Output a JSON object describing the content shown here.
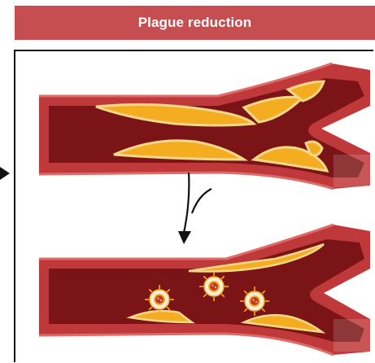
{
  "title": "Plague reduction",
  "colors": {
    "title_bar": "#c74e50",
    "vessel_wall": "#c0393a",
    "vessel_lumen": "#7b1417",
    "plaque": "#f4ad20",
    "plaque_cap": "#f5d78c",
    "particle_fill": "#fff8f0",
    "particle_core": "#c0392b"
  },
  "diagram": {
    "top_state": "artery with plaque",
    "bottom_state": "artery with reduced plaque and nanoparticles",
    "connector": "down-arrow",
    "particle_count": 3
  }
}
